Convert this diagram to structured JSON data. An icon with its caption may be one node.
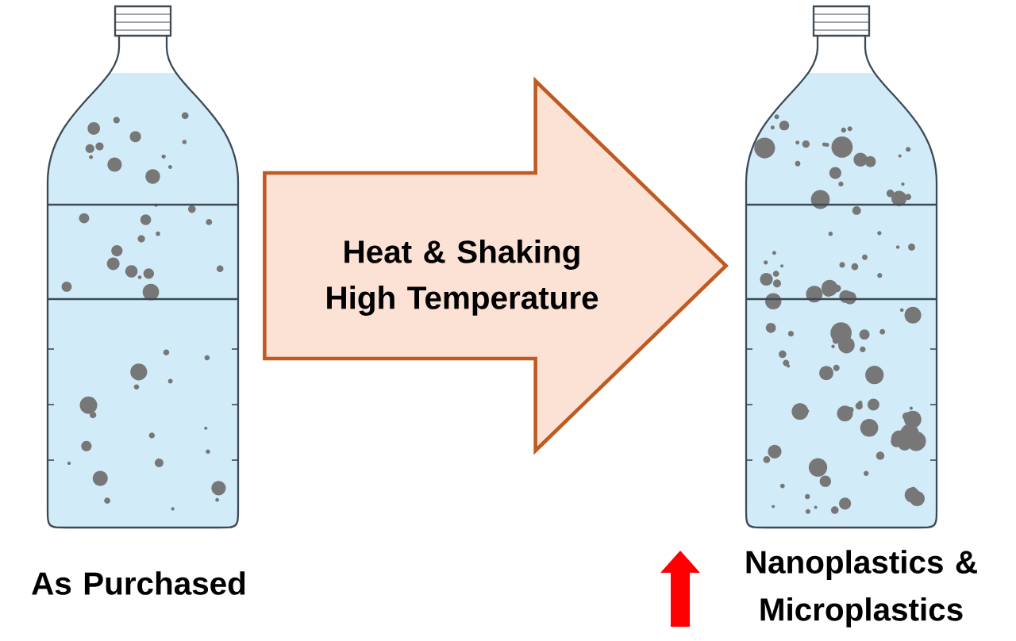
{
  "diagram": {
    "nodes": [
      {
        "text": [],
        "shape": "picture",
        "beside": [
          "As Purchased"
        ]
      },
      {
        "text": [],
        "shape": "picture",
        "beside": [
          "Nanoplastics & Microplastics"
        ]
      }
    ],
    "edges": [
      {
        "from": 0,
        "to": 1,
        "arrow": "to",
        "label": "Heat & Shaking High Temperature",
        "style": "thick"
      }
    ]
  }
}
